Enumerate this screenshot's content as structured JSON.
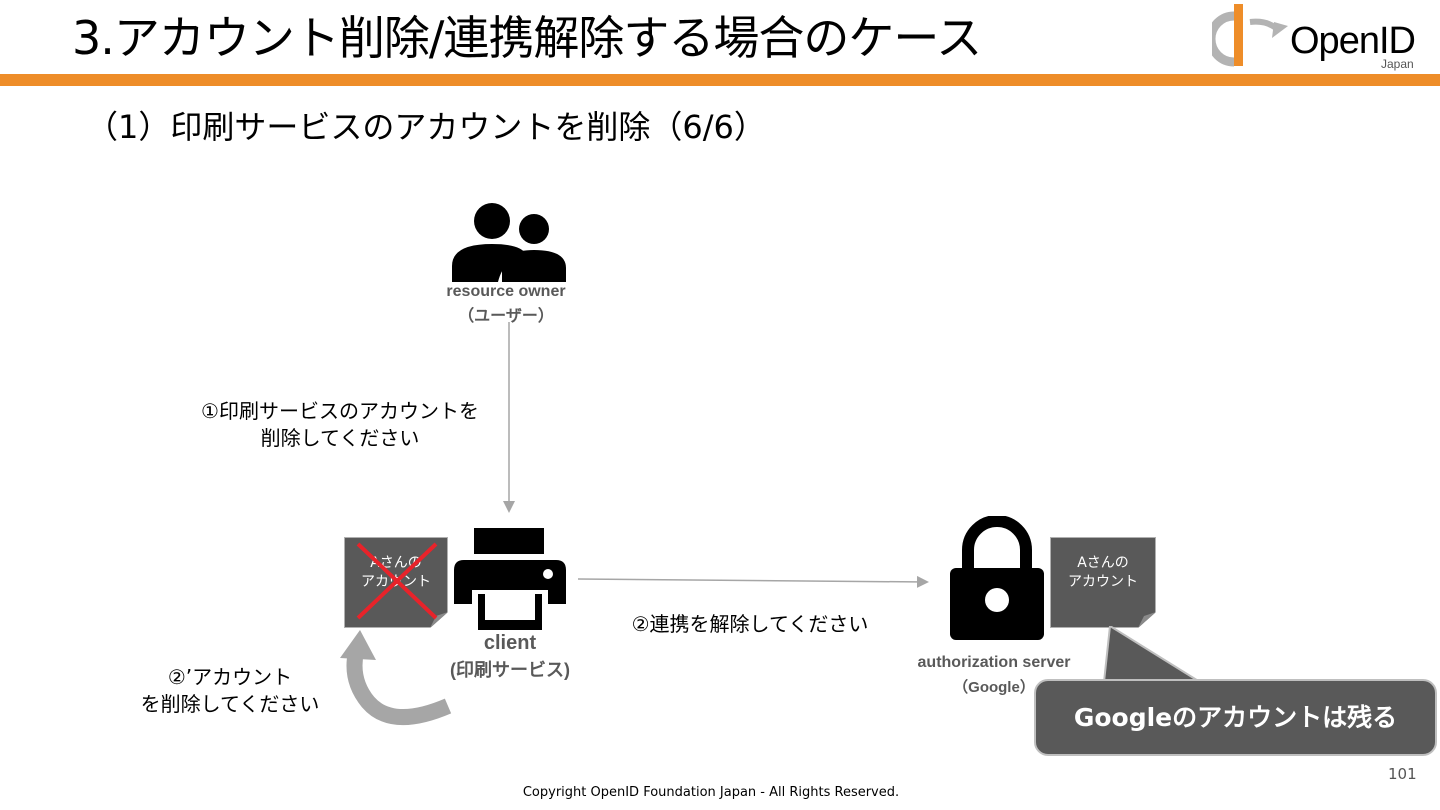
{
  "header": {
    "title": "3.アカウント削除/連携解除する場合のケース",
    "logo_text": "OpenID",
    "logo_sub": "Japan"
  },
  "subtitle": "（1）印刷サービスのアカウントを削除（6/6）",
  "diagram": {
    "resource_owner": {
      "name": "resource owner",
      "sub": "（ユーザー）"
    },
    "client": {
      "name": "client",
      "sub": "(印刷サービス)"
    },
    "authorization_server": {
      "name": "authorization server",
      "sub": "（Google）"
    },
    "steps": {
      "step1_line1": "①印刷サービスのアカウントを",
      "step1_line2": "削除してください",
      "step2": "②連携を解除してください",
      "step2b_line1": "②’アカウント",
      "step2b_line2": "を削除してください"
    },
    "client_account_note": {
      "line1": "Aさんの",
      "line2": "アカウント"
    },
    "server_account_note": {
      "line1": "Aさんの",
      "line2": "アカウント"
    },
    "callout": "Googleのアカウントは残る"
  },
  "footer": {
    "copyright": "Copyright OpenID Foundation Japan - All Rights Reserved.",
    "page_number": "101"
  },
  "colors": {
    "accent_bar": "#ee8d29",
    "note_fill": "#595959",
    "cross": "#e8232a",
    "arrow": "#a6a6a6"
  }
}
